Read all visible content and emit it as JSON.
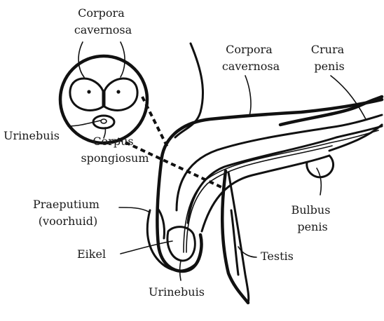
{
  "labels": {
    "corpora_cavernosa_inset": [
      "Corpora",
      "cavernosa"
    ],
    "urinebuis_inset": "Urinebuis",
    "corpus_spongiosum": [
      "Corpus",
      "spongiosum"
    ],
    "praeputium": [
      "Praeputium",
      "(voorhuid)"
    ],
    "eikel": "Eikel",
    "urinebuis_bottom": "Urinebuis",
    "testis": "Testis",
    "corpora_cavernosa_main": [
      "Corpora",
      "cavernosa"
    ],
    "crura_penis": [
      "Crura",
      "penis"
    ],
    "bulbus_penis": [
      "Bulbus",
      "penis"
    ]
  }
}
